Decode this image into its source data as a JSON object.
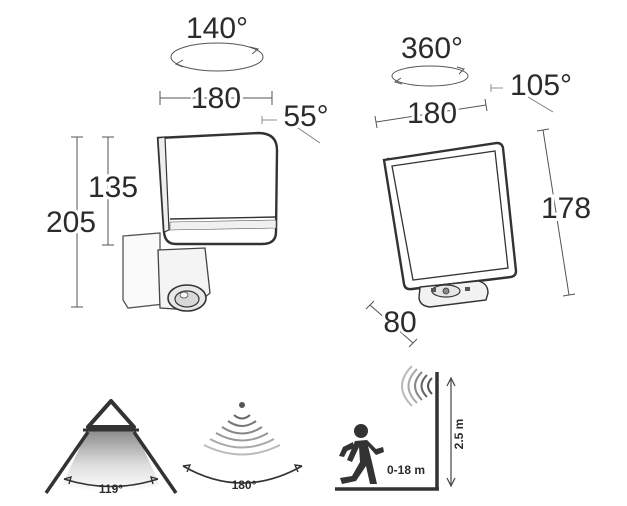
{
  "light_unit": {
    "rotation_h": "140°",
    "width": "180",
    "tilt": "55°",
    "head_height": "135",
    "total_height": "205"
  },
  "solar_panel": {
    "rotation_h": "360°",
    "width": "180",
    "tilt": "105°",
    "height": "178",
    "depth": "80"
  },
  "sensor": {
    "beam_angle": "119°",
    "detection_angle": "180°",
    "range": "0-18 m",
    "mount_height": "2.5 m"
  },
  "icons": [
    "beam-angle-icon",
    "detection-waves-icon",
    "walking-person-icon",
    "sensor-mount-icon"
  ]
}
